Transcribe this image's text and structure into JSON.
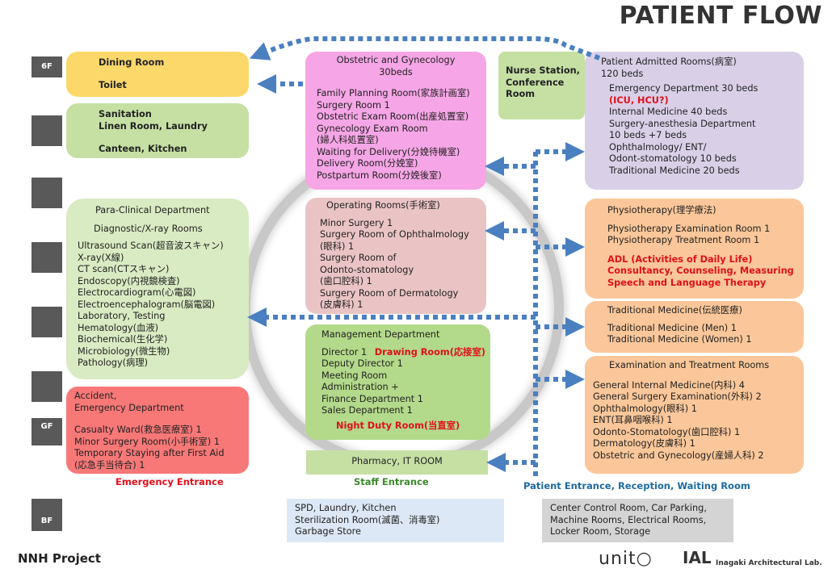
{
  "title": "PATIENT FLOW",
  "project": "NNH Project",
  "logo_unito": "unit○",
  "logo_ial": "IAL",
  "logo_ial_sub": "Inagaki Architectural Lab.",
  "floors": [
    {
      "label": "6F"
    },
    {
      "label": ""
    },
    {
      "label": ""
    },
    {
      "label": ""
    },
    {
      "label": ""
    },
    {
      "label": ""
    },
    {
      "label": "GF"
    },
    {
      "label": "BF"
    }
  ],
  "dining": {
    "lines": [
      "Dining Room",
      "Toilet"
    ]
  },
  "sanitation": {
    "lines": [
      "Sanitation",
      "Linen Room, Laundry",
      "Canteen, Kitchen"
    ]
  },
  "paraclinical": {
    "title": "Para-Clinical Department",
    "subtitle": "Diagnostic/X-ray Rooms",
    "items": [
      "Ultrasound Scan(超音波スキャン)",
      "X-ray(X線)",
      "CT scan(CTスキャン)",
      "Endoscopy(内視鏡検査)",
      "Electrocardiogram(心電図)",
      "Electroencephalogram(脳電図)",
      "Laboratory, Testing",
      "Hematology(血液)",
      "Biochemical(生化学)",
      "Microbiology(微生物)",
      "Pathology(病理)"
    ]
  },
  "emergency": {
    "title_lines": [
      "Accident,",
      "Emergency Department"
    ],
    "items": [
      "Casualty Ward(救急医療室) 1",
      "Minor Surgery Room(小手術室) 1",
      "Temporary Staying after First Aid",
      "(応急手当待合) 1"
    ]
  },
  "obstetric": {
    "title_lines": [
      "Obstetric and Gynecology",
      "30beds"
    ],
    "items": [
      "Family Planning Room(家族計画室)",
      "Surgery Room 1",
      "Obstetric Exam Room(出産処置室)",
      "Gynecology Exam Room",
      "(婦人科処置室)",
      "Waiting for Delivery(分娩待機室)",
      "Delivery Room(分娩室)",
      "Postpartum Room(分娩後室)"
    ]
  },
  "nurse": {
    "lines": [
      "Nurse Station,",
      "Conference",
      "Room"
    ]
  },
  "operating": {
    "title": "Operating Rooms(手術室)",
    "items": [
      "Minor Surgery 1",
      "Surgery Room of Ophthalmology",
      "(眼科) 1",
      "Surgery Room of",
      "Odonto-stomatology",
      "(歯口腔科) 1",
      "Surgery Room of Dermatology",
      "(皮膚科) 1"
    ]
  },
  "management": {
    "title": "Management Department",
    "director": "Director 1",
    "drawing_room": "Drawing Room(応接室)",
    "items": [
      "Deputy Director 1",
      "Meeting Room",
      "Administration +",
      "Finance Department 1",
      "Sales Department 1"
    ],
    "night_duty": "Night Duty Room(当直室)"
  },
  "pharmacy": {
    "label": "Pharmacy, IT ROOM"
  },
  "patient_rooms": {
    "title_lines": [
      "Patient Admitted Rooms(病室)",
      "120 beds"
    ],
    "items_a": [
      "Emergency Department 30 beds"
    ],
    "icu": "(ICU, HCU?)",
    "items_b": [
      "Internal Medicine 40 beds",
      "Surgery-anesthesia Department",
      "10 beds +7 beds",
      "Ophthalmology/ ENT/",
      "Odont-stomatology 10 beds",
      "Traditional Medicine 20 beds"
    ]
  },
  "physio": {
    "title": "Physiotherapy(理学療法)",
    "items": [
      "Physiotherapy Examination Room 1",
      "Physiotherapy Treatment Room 1"
    ],
    "red_items": [
      "ADL (Activities of Daily Life)",
      "Consultancy, Counseling, Measuring",
      "Speech and Language Therapy"
    ]
  },
  "traditional": {
    "title": "Traditional Medicine(伝統医療)",
    "items": [
      "Traditional Medicine (Men) 1",
      "Traditional Medicine (Women) 1"
    ]
  },
  "exam": {
    "title": "Examination and Treatment Rooms",
    "items": [
      "General Internal Medicine(内科) 4",
      "General Surgery Examination(外科) 2",
      "Ophthalmology(眼科) 1",
      "ENT(耳鼻咽喉科) 1",
      "Odonto-Stomatology(歯口腔科) 1",
      "Dermatology(皮膚科) 1",
      "Obstetric and Gynecology(産婦人科) 2"
    ]
  },
  "basement_left": {
    "lines": [
      "SPD,  Laundry, Kitchen",
      "Sterilization Room(滅菌、消毒室)",
      "Garbage Store"
    ]
  },
  "basement_right": {
    "lines": [
      "Center Control Room, Car Parking,",
      "Machine Rooms, Electrical Rooms,",
      "Locker Room, Storage"
    ]
  },
  "entrances": {
    "emergency": "Emergency Entrance",
    "staff": "Staff Entrance",
    "patient": "Patient Entrance, Reception, Waiting Room"
  },
  "colors": {
    "yellow": "#fcd86b",
    "green": "#c6e0a4",
    "pink": "#f6a6e6",
    "rose": "#eac4c4",
    "mgmt_green": "#b3d98a",
    "red": "#f87878",
    "lavender": "#d9d0e8",
    "orange": "#fbc79a",
    "blue_bg": "#dce8f5",
    "gray_bg": "#d4d4d4",
    "arrow": "#4a7fc0",
    "floor": "#595959"
  }
}
